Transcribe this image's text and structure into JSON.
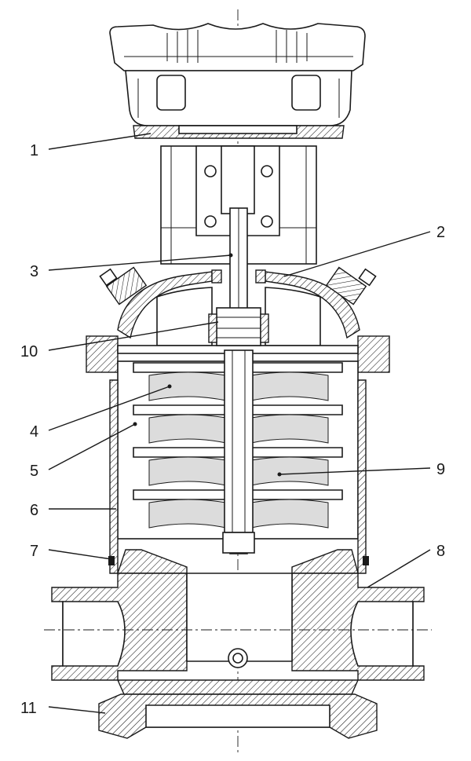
{
  "callouts": [
    {
      "id": "1",
      "label": "1"
    },
    {
      "id": "2",
      "label": "2"
    },
    {
      "id": "3",
      "label": "3"
    },
    {
      "id": "10",
      "label": "10"
    },
    {
      "id": "4",
      "label": "4"
    },
    {
      "id": "5",
      "label": "5"
    },
    {
      "id": "9",
      "label": "9"
    },
    {
      "id": "6",
      "label": "6"
    },
    {
      "id": "7",
      "label": "7"
    },
    {
      "id": "8",
      "label": "8"
    },
    {
      "id": "11",
      "label": "11"
    }
  ],
  "colors": {
    "line": "#1a1a1a",
    "background": "#ffffff"
  }
}
